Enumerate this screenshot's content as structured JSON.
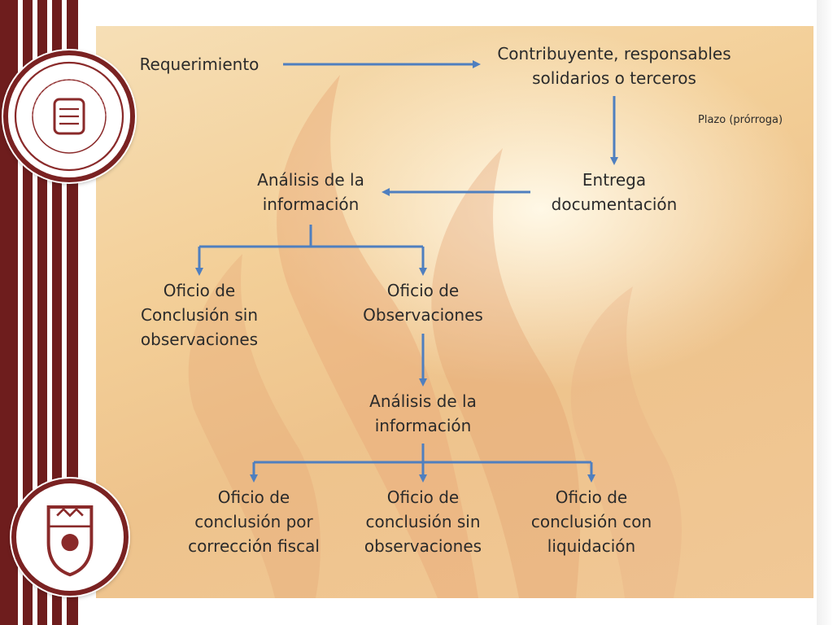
{
  "nodes": {
    "requerimiento": "Requerimiento",
    "contribuyente": "Contribuyente, responsables\nsolidarios o terceros",
    "plazo": "Plazo (prórroga)",
    "entrega": "Entrega\ndocumentación",
    "analisis_1": "Análisis de la\ninformación",
    "oficio_conclusion_sin_obs": "Oficio de\nConclusión sin\nobservaciones",
    "oficio_observaciones": "Oficio de\nObservaciones",
    "analisis_2": "Análisis de la\ninformación",
    "oficio_correccion_fiscal": "Oficio de\nconclusión por\ncorrección fiscal",
    "oficio_sin_obs_final": "Oficio de\nconclusión sin\nobservaciones",
    "oficio_liquidacion": "Oficio de\nconclusión con\nliquidación"
  },
  "colors": {
    "arrow": "#4f7fbf",
    "maroon": "#6e1d1d",
    "text": "#2b2b2b"
  },
  "icons": {
    "seal_top": "university-seal-icon",
    "seal_bottom": "icea-seal-icon"
  }
}
